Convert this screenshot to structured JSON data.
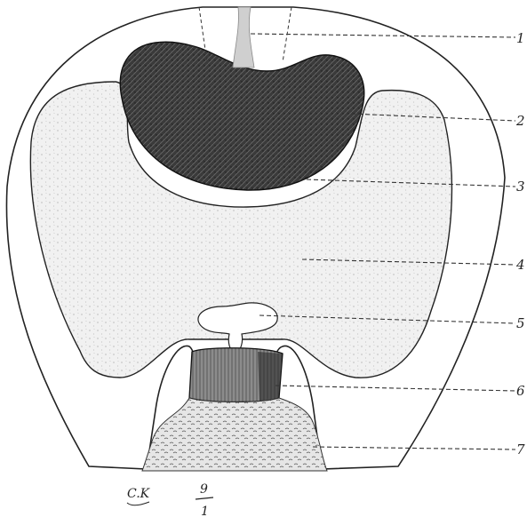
{
  "figure": {
    "labels": [
      {
        "id": "1",
        "text": "1"
      },
      {
        "id": "2",
        "text": "2"
      },
      {
        "id": "3",
        "text": "3"
      },
      {
        "id": "4",
        "text": "4"
      },
      {
        "id": "5",
        "text": "5"
      },
      {
        "id": "6",
        "text": "6"
      },
      {
        "id": "7",
        "text": "7"
      }
    ],
    "signature": "C.K",
    "scale": {
      "numerator": "9",
      "denominator": "1"
    },
    "colors": {
      "ink": "#222222",
      "dark_mass": "#3a3a3a",
      "stipple": "#ececec",
      "paper": "#ffffff"
    }
  }
}
